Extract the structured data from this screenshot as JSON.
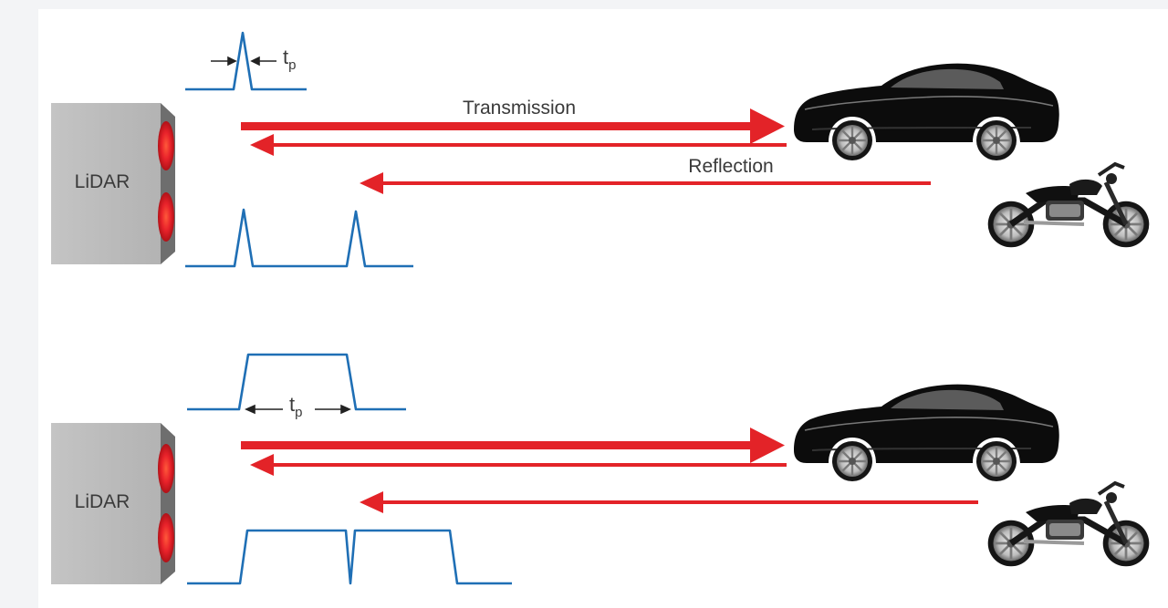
{
  "diagram": {
    "top_panel": {
      "device_label": "LiDAR",
      "pulse_label": {
        "main": "t",
        "sub": "p"
      },
      "transmission_label": "Transmission",
      "reflection_label": "Reflection"
    },
    "bottom_panel": {
      "device_label": "LiDAR",
      "pulse_label": {
        "main": "t",
        "sub": "p"
      }
    },
    "objects": [
      "car-icon",
      "motorcycle-icon"
    ],
    "colors": {
      "pulse": "#1f6fb5",
      "beam": "#e32328",
      "device": "#b9b9b9",
      "emitter": "#e8222a",
      "vehicle": "#0c0c0c"
    }
  }
}
